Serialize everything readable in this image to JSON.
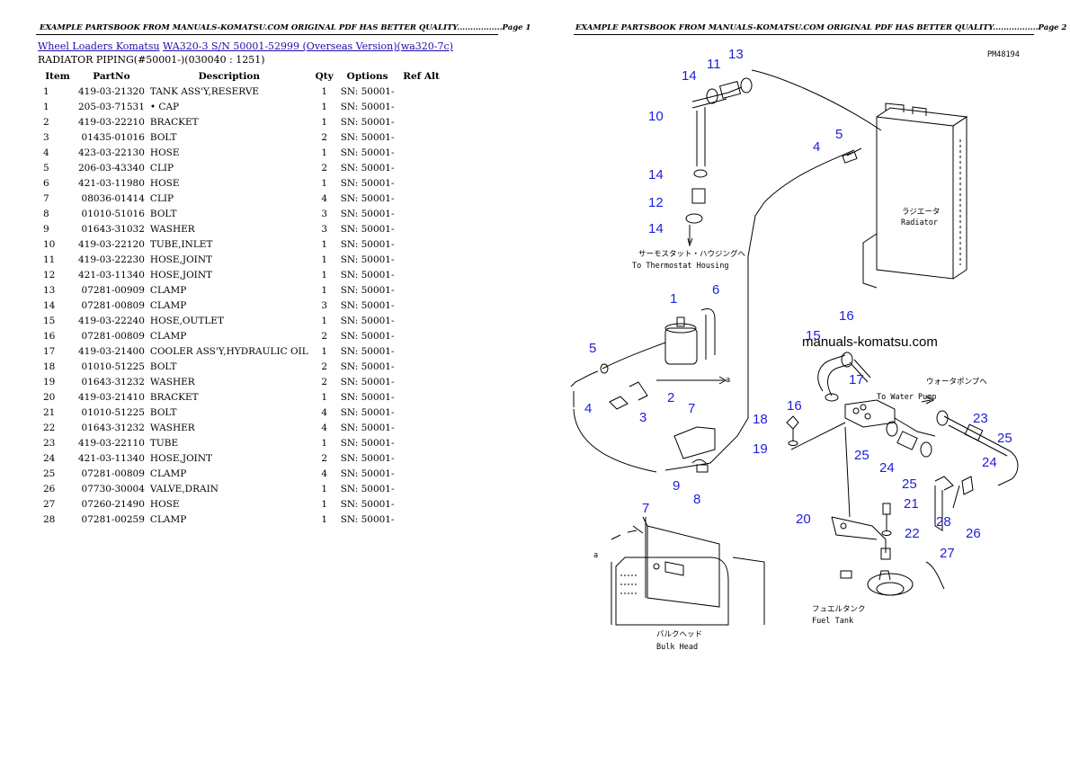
{
  "header": {
    "page1": "EXAMPLE PARTSBOOK FROM MANUALS-KOMATSU.COM ORIGINAL PDF HAS BETTER QUALITY.................Page 1",
    "page2": "EXAMPLE PARTSBOOK FROM MANUALS-KOMATSU.COM ORIGINAL PDF HAS BETTER QUALITY.................Page 2"
  },
  "breadcrumb": {
    "link1": "Wheel Loaders Komatsu",
    "link2": "WA320-3 S/N 50001-52999 (Overseas Version)(wa320-7c)"
  },
  "subtitle": "RADIATOR PIPING(#50001-)(030040 : 1251)",
  "table": {
    "headers": [
      "Item",
      "PartNo",
      "Description",
      "Qty",
      "Options",
      "Ref Alt"
    ],
    "rows": [
      {
        "item": "1",
        "part": "419-03-21320",
        "desc": "TANK ASS'Y,RESERVE",
        "qty": "1",
        "opt": "SN: 50001-"
      },
      {
        "item": "1",
        "part": "205-03-71531",
        "desc": "• CAP",
        "qty": "1",
        "opt": "SN: 50001-"
      },
      {
        "item": "2",
        "part": "419-03-22210",
        "desc": "BRACKET",
        "qty": "1",
        "opt": "SN: 50001-"
      },
      {
        "item": "3",
        "part": "01435-01016",
        "desc": "BOLT",
        "qty": "2",
        "opt": "SN: 50001-"
      },
      {
        "item": "4",
        "part": "423-03-22130",
        "desc": "HOSE",
        "qty": "1",
        "opt": "SN: 50001-"
      },
      {
        "item": "5",
        "part": "206-03-43340",
        "desc": "CLIP",
        "qty": "2",
        "opt": "SN: 50001-"
      },
      {
        "item": "6",
        "part": "421-03-11980",
        "desc": "HOSE",
        "qty": "1",
        "opt": "SN: 50001-"
      },
      {
        "item": "7",
        "part": "08036-01414",
        "desc": "CLIP",
        "qty": "4",
        "opt": "SN: 50001-"
      },
      {
        "item": "8",
        "part": "01010-51016",
        "desc": "BOLT",
        "qty": "3",
        "opt": "SN: 50001-"
      },
      {
        "item": "9",
        "part": "01643-31032",
        "desc": "WASHER",
        "qty": "3",
        "opt": "SN: 50001-"
      },
      {
        "item": "10",
        "part": "419-03-22120",
        "desc": "TUBE,INLET",
        "qty": "1",
        "opt": "SN: 50001-"
      },
      {
        "item": "11",
        "part": "419-03-22230",
        "desc": "HOSE,JOINT",
        "qty": "1",
        "opt": "SN: 50001-"
      },
      {
        "item": "12",
        "part": "421-03-11340",
        "desc": "HOSE,JOINT",
        "qty": "1",
        "opt": "SN: 50001-"
      },
      {
        "item": "13",
        "part": "07281-00909",
        "desc": "CLAMP",
        "qty": "1",
        "opt": "SN: 50001-"
      },
      {
        "item": "14",
        "part": "07281-00809",
        "desc": "CLAMP",
        "qty": "3",
        "opt": "SN: 50001-"
      },
      {
        "item": "15",
        "part": "419-03-22240",
        "desc": "HOSE,OUTLET",
        "qty": "1",
        "opt": "SN: 50001-"
      },
      {
        "item": "16",
        "part": "07281-00809",
        "desc": "CLAMP",
        "qty": "2",
        "opt": "SN: 50001-"
      },
      {
        "item": "17",
        "part": "419-03-21400",
        "desc": "COOLER ASS'Y,HYDRAULIC OIL",
        "qty": "1",
        "opt": "SN: 50001-"
      },
      {
        "item": "18",
        "part": "01010-51225",
        "desc": "BOLT",
        "qty": "2",
        "opt": "SN: 50001-"
      },
      {
        "item": "19",
        "part": "01643-31232",
        "desc": "WASHER",
        "qty": "2",
        "opt": "SN: 50001-"
      },
      {
        "item": "20",
        "part": "419-03-21410",
        "desc": "BRACKET",
        "qty": "1",
        "opt": "SN: 50001-"
      },
      {
        "item": "21",
        "part": "01010-51225",
        "desc": "BOLT",
        "qty": "4",
        "opt": "SN: 50001-"
      },
      {
        "item": "22",
        "part": "01643-31232",
        "desc": "WASHER",
        "qty": "4",
        "opt": "SN: 50001-"
      },
      {
        "item": "23",
        "part": "419-03-22110",
        "desc": "TUBE",
        "qty": "1",
        "opt": "SN: 50001-"
      },
      {
        "item": "24",
        "part": "421-03-11340",
        "desc": "HOSE,JOINT",
        "qty": "2",
        "opt": "SN: 50001-"
      },
      {
        "item": "25",
        "part": "07281-00809",
        "desc": "CLAMP",
        "qty": "4",
        "opt": "SN: 50001-"
      },
      {
        "item": "26",
        "part": "07730-30004",
        "desc": "VALVE,DRAIN",
        "qty": "1",
        "opt": "SN: 50001-"
      },
      {
        "item": "27",
        "part": "07260-21490",
        "desc": "HOSE",
        "qty": "1",
        "opt": "SN: 50001-"
      },
      {
        "item": "28",
        "part": "07281-00259",
        "desc": "CLAMP",
        "qty": "1",
        "opt": "SN: 50001-"
      }
    ]
  },
  "diagram": {
    "code": "PM48194",
    "watermark": "manuals-komatsu.com",
    "labels": {
      "thermostat_jp": "サーモスタット・ハウジングへ",
      "thermostat_en": "To Thermostat Housing",
      "radiator_jp": "ラジエータ",
      "radiator_en": "Radiator",
      "waterpump_jp": "ウォータポンプへ",
      "waterpump_en": "To Water Pump",
      "fueltank_jp": "フュエルタンク",
      "fueltank_en": "Fuel Tank",
      "bulkhead_jp": "バルクヘッド",
      "bulkhead_en": "Bulk Head",
      "ref_a": "a"
    },
    "callouts": [
      "13",
      "11",
      "14",
      "10",
      "5",
      "4",
      "14",
      "12",
      "14",
      "1",
      "6",
      "16",
      "15",
      "5",
      "4",
      "3",
      "2",
      "7",
      "17",
      "16",
      "18",
      "19",
      "25",
      "24",
      "25",
      "23",
      "25",
      "24",
      "9",
      "8",
      "7",
      "21",
      "28",
      "26",
      "22",
      "27",
      "20"
    ]
  }
}
